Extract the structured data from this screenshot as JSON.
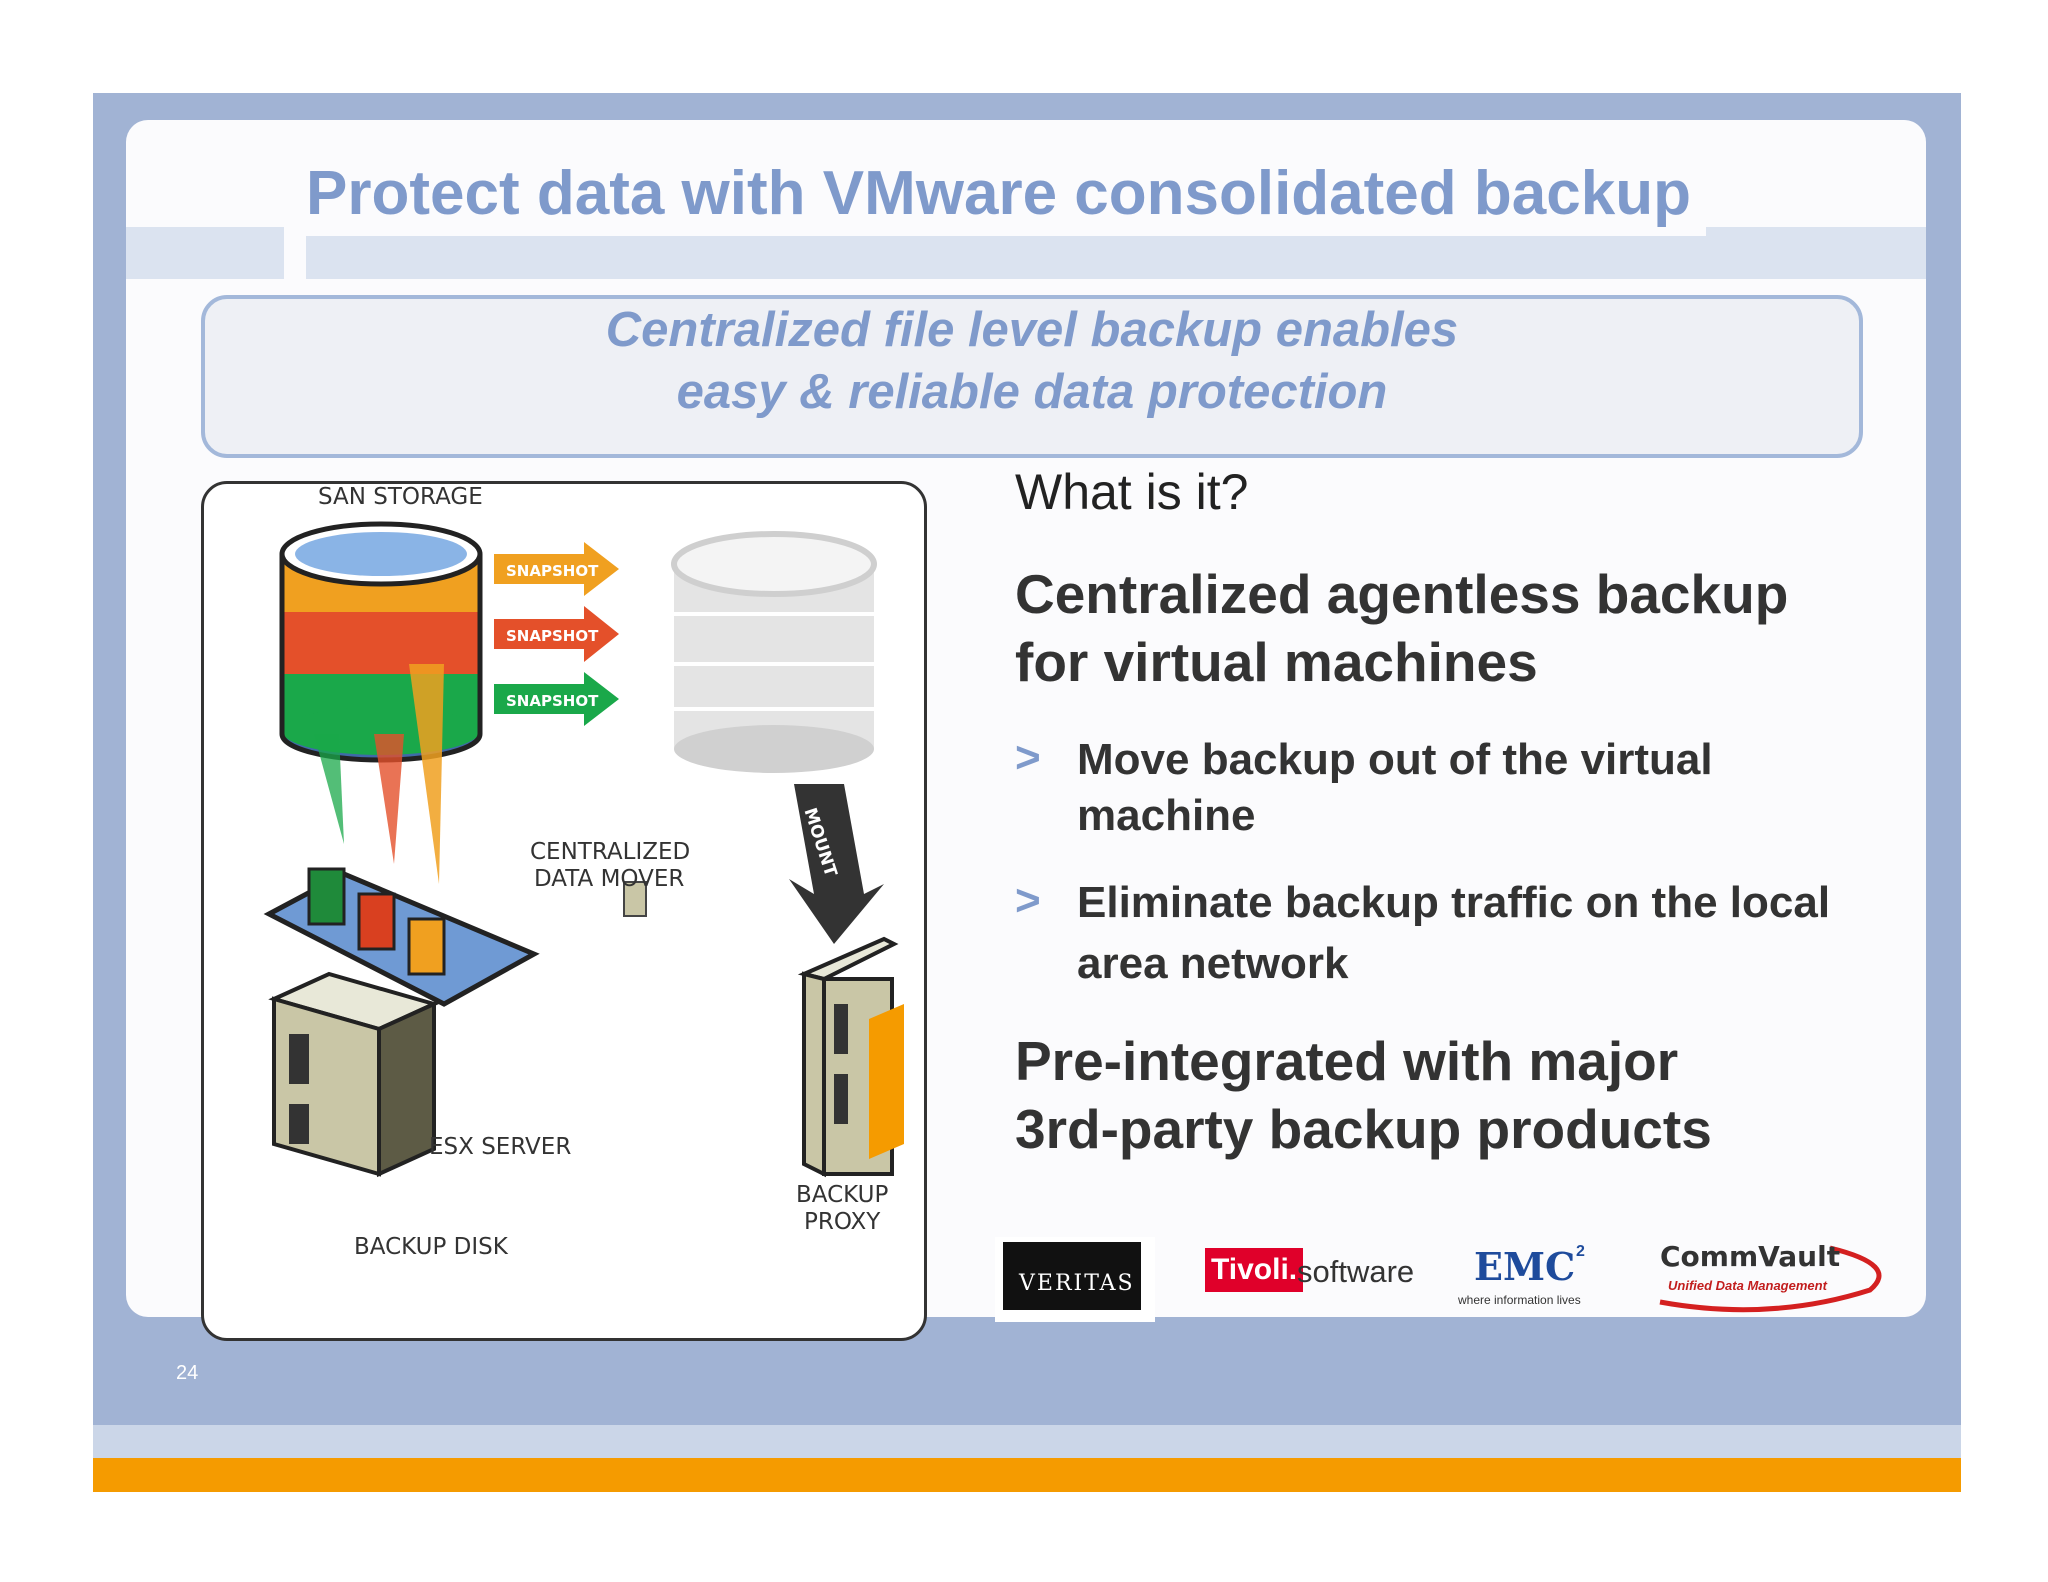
{
  "slide": {
    "title": "Protect data with VMware consolidated backup",
    "callout_line1": "Centralized file level backup enables",
    "callout_line2": "easy & reliable data protection",
    "what_is_it": "What is it?",
    "heading1_line1": "Centralized agentless backup",
    "heading1_line2": "for virtual machines",
    "bullets": [
      {
        "marker": ">",
        "line1": "Move backup out of the virtual",
        "line2": "machine"
      },
      {
        "marker": ">",
        "line1": "Eliminate backup traffic on the local",
        "line2": "area network"
      }
    ],
    "heading2_line1": "Pre-integrated with major",
    "heading2_line2": "3rd-party backup products",
    "page_number": "24"
  },
  "diagram": {
    "san_storage": "SAN STORAGE",
    "snapshot_labels": [
      "SNAPSHOT",
      "SNAPSHOT",
      "SNAPSHOT"
    ],
    "centralized_line1": "CENTRALIZED",
    "centralized_line2": "DATA MOVER",
    "mount": "MOUNT",
    "esx_server": "ESX SERVER",
    "backup_proxy_line1": "BACKUP",
    "backup_proxy_line2": "PROXY",
    "backup_disk": "BACKUP DISK",
    "colors": {
      "orange": "#f0a020",
      "red": "#e4502a",
      "green": "#1aa84a"
    }
  },
  "logos": {
    "veritas": "VERITAS",
    "tivoli": "Tivoli.",
    "tivoli_software": "software",
    "emc": "EMC",
    "emc_sup": "2",
    "emc_tagline": "where information lives",
    "commvault": "CommVault",
    "commvault_tagline": "Unified Data Management"
  }
}
